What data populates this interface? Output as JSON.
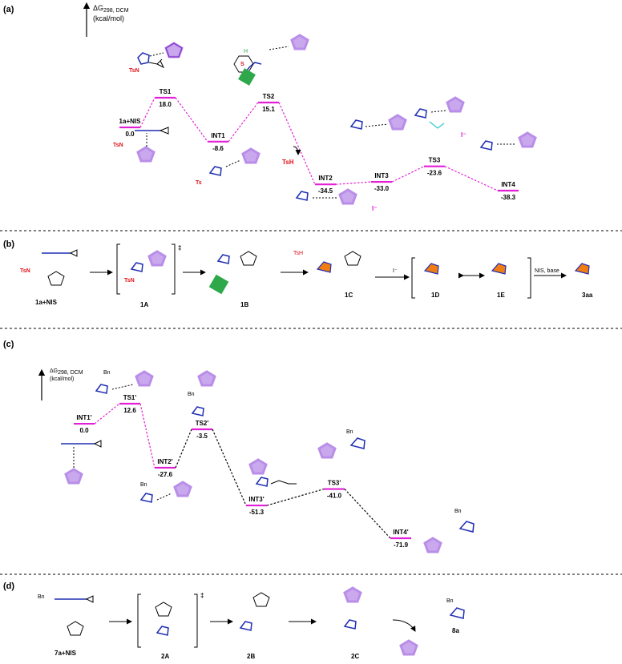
{
  "colors": {
    "pink": "#e21fd6",
    "purple": "#b98ee8",
    "blue": "#1f2fb3",
    "red": "#e0101a",
    "green": "#2ea84a",
    "orange": "#f07d13"
  },
  "panel_a": {
    "label": "(a)",
    "y_axis": {
      "line1": "ΔG",
      "sub": "298, DCM",
      "line2": "(kcal/mol)"
    },
    "states": [
      {
        "name": "1a+NIS",
        "value": "0.0"
      },
      {
        "name": "TS1",
        "value": "18.0"
      },
      {
        "name": "INT1",
        "value": "-8.6"
      },
      {
        "name": "TS2",
        "value": "15.1"
      },
      {
        "name": "INT2",
        "value": "-34.5"
      },
      {
        "name": "INT3",
        "value": "-33.0"
      },
      {
        "name": "TS3",
        "value": "-23.6"
      },
      {
        "name": "INT4",
        "value": "-38.3"
      }
    ],
    "tsh": "TsH",
    "iodide": "I⁻"
  },
  "panel_b": {
    "label": "(b)",
    "compounds": [
      "1a+NIS",
      "1A",
      "1B",
      "1C",
      "1D",
      "1E",
      "3aa"
    ],
    "arrow_labels": {
      "tsh": "TsH",
      "iodide": "I⁻",
      "nis_base": "NIS, base"
    },
    "dagger": "‡"
  },
  "panel_c": {
    "label": "(c)",
    "y_axis": {
      "line1": "ΔG",
      "sub": "298, DCM",
      "line2": "(kcal/mol)"
    },
    "states": [
      {
        "name": "INT1'",
        "value": "0.0"
      },
      {
        "name": "TS1'",
        "value": "12.6"
      },
      {
        "name": "INT2'",
        "value": "-27.6"
      },
      {
        "name": "TS2'",
        "value": "-3.5"
      },
      {
        "name": "INT3'",
        "value": "-51.3"
      },
      {
        "name": "TS3'",
        "value": "-41.0"
      },
      {
        "name": "INT4'",
        "value": "-71.9"
      }
    ]
  },
  "panel_d": {
    "label": "(d)",
    "compounds": [
      "7a+NIS",
      "2A",
      "2B",
      "2C",
      "8a"
    ],
    "dagger": "‡",
    "bn": "Bn"
  }
}
